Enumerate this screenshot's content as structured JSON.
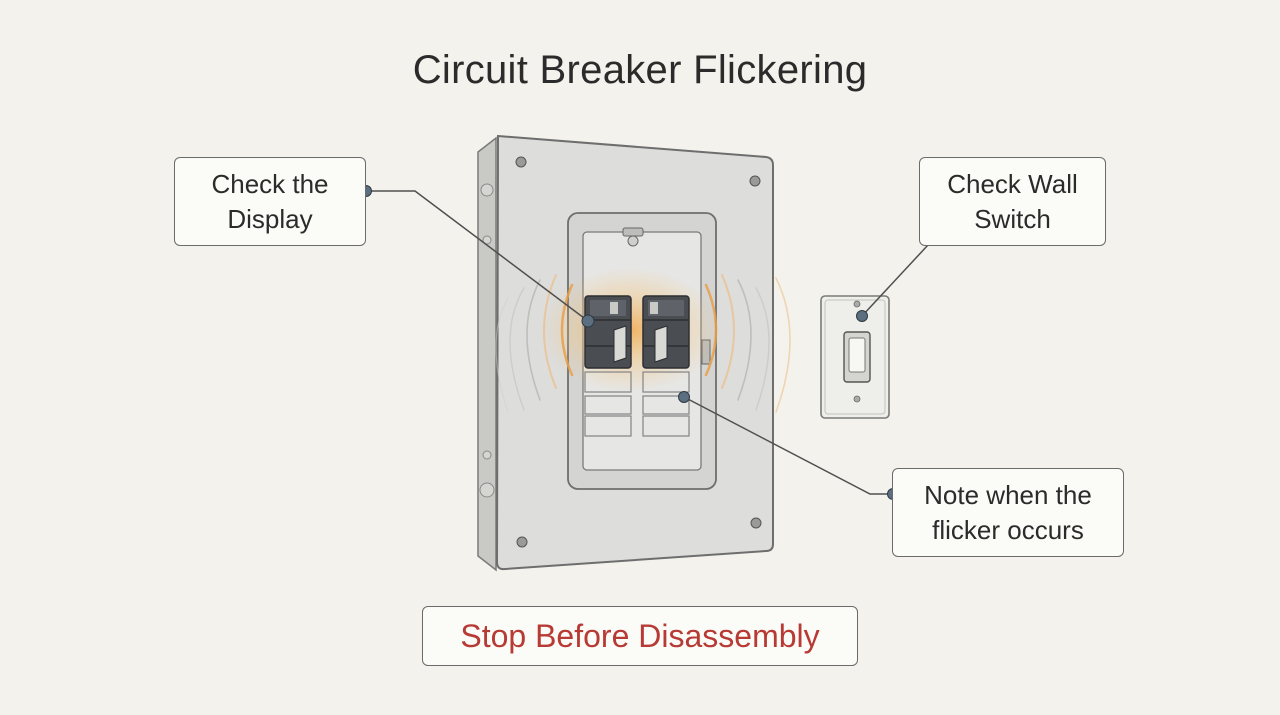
{
  "title": "Circuit Breaker Flickering",
  "callouts": {
    "check_display": "Check the\nDisplay",
    "check_wall_switch": "Check Wall\nSwitch",
    "note_flicker": "Note when the\nflicker occurs"
  },
  "warning": "Stop Before Disassembly",
  "colors": {
    "warning_text": "#b83a34",
    "glow": "#f2a23a",
    "panel": "#dcdcda",
    "leader_dot": "#5b6f80"
  },
  "icons": [
    "breaker-panel-icon",
    "wall-switch-icon",
    "flicker-waves-icon"
  ]
}
